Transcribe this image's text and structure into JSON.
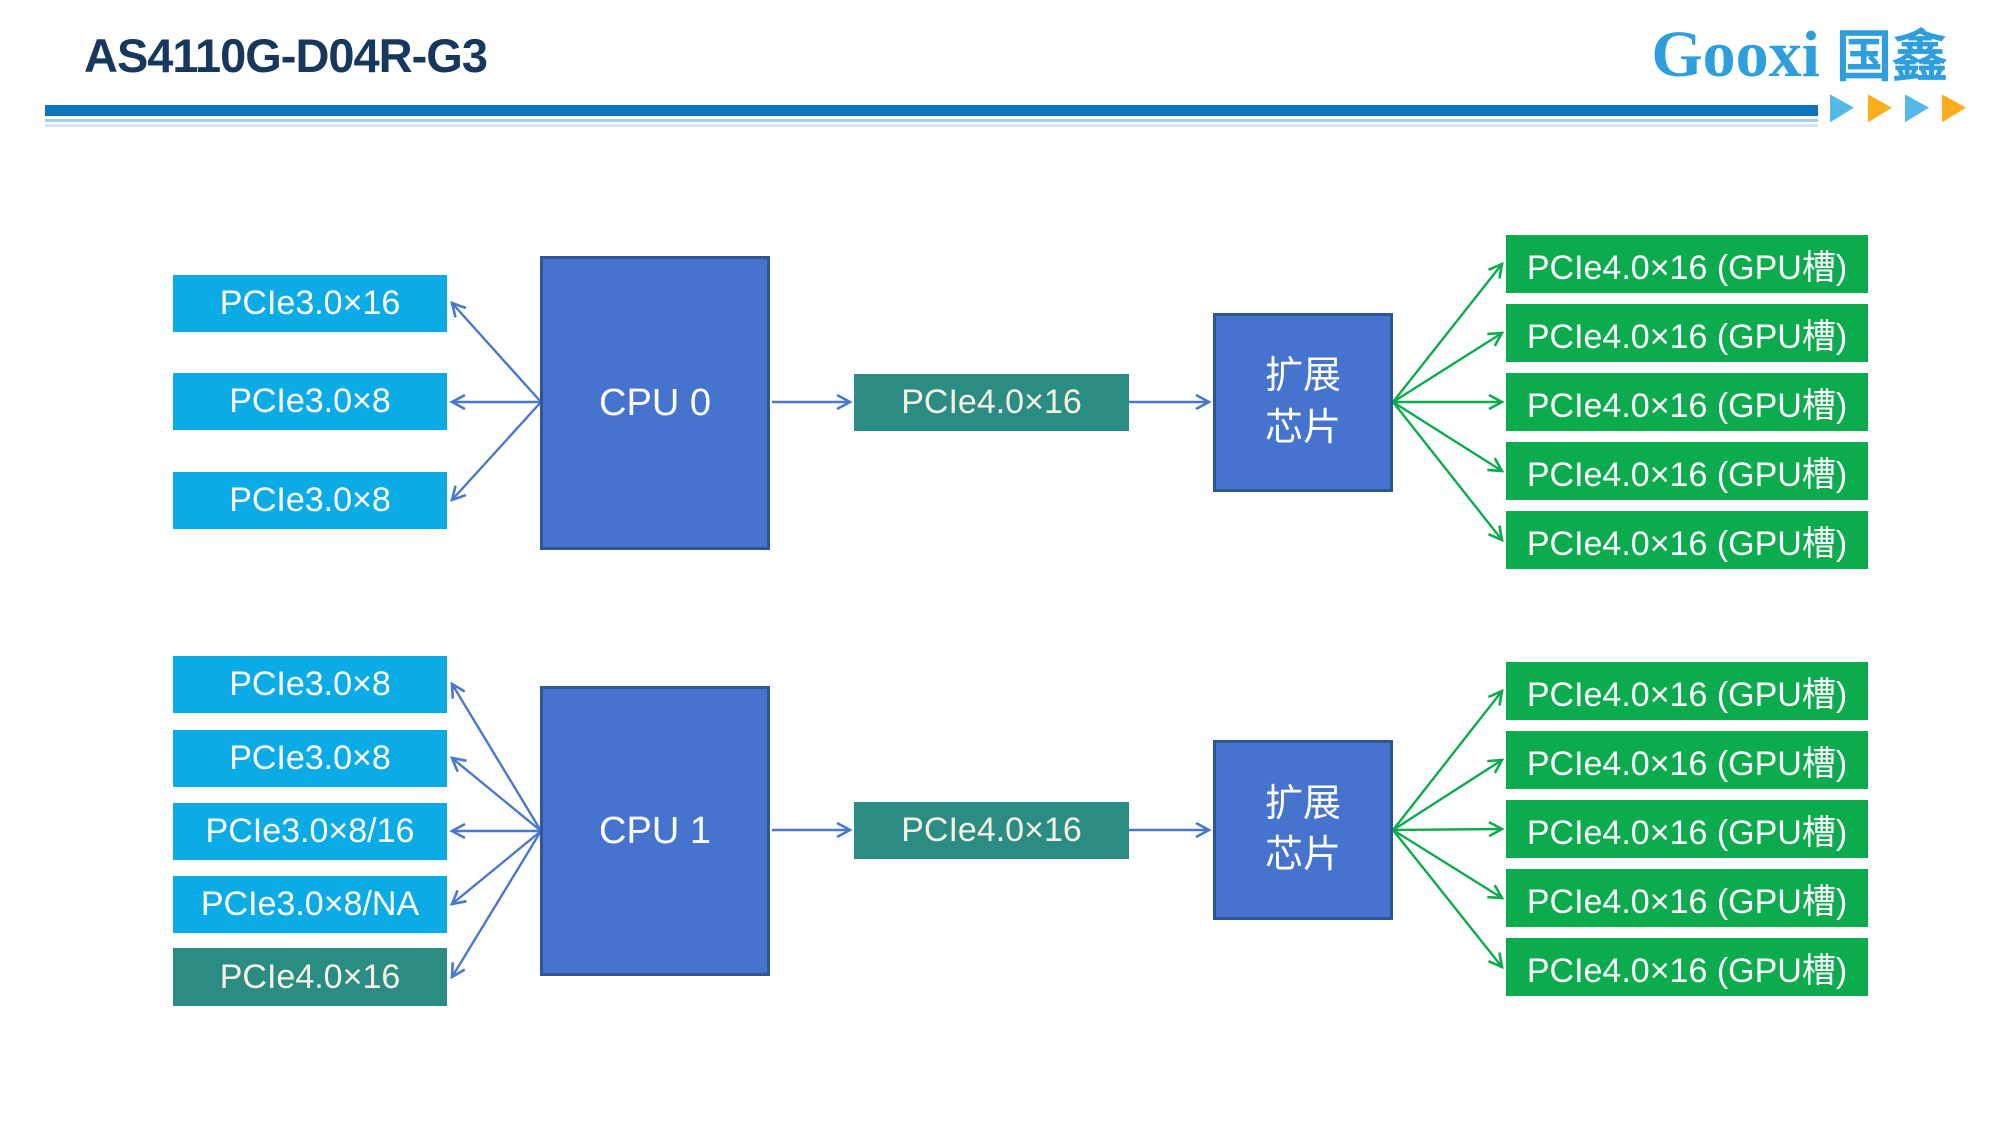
{
  "header": {
    "title": "AS4110G-D04R-G3",
    "logo_en": "Gooxi",
    "logo_cn": "国鑫"
  },
  "colors": {
    "cyan_slot": "#0BACE6",
    "teal_slot": "#2B8C84",
    "node_blue": "#4573CE",
    "node_border": "#2F5597",
    "green_slot": "#0CAC4E",
    "arrow_blue": "#4A78CC",
    "arrow_green": "#0CAC4E",
    "header_bar": "#0B72BE",
    "title_text": "#17375D",
    "logo_blue": "#2E9FDC",
    "triangle_blue": "#54B9E8",
    "triangle_orange": "#FBAF1C"
  },
  "sections": [
    {
      "cpu_label": "CPU 0",
      "left_slots": [
        "PCIe3.0×16",
        "PCIe3.0×8",
        "PCIe3.0×8"
      ],
      "uplink_label": "PCIe4.0×16",
      "expander": {
        "line1": "扩展",
        "line2": "芯片"
      },
      "gpu_slots": [
        "PCIe4.0×16 (GPU槽)",
        "PCIe4.0×16 (GPU槽)",
        "PCIe4.0×16 (GPU槽)",
        "PCIe4.0×16 (GPU槽)",
        "PCIe4.0×16 (GPU槽)"
      ]
    },
    {
      "cpu_label": "CPU 1",
      "left_slots": [
        "PCIe3.0×8",
        "PCIe3.0×8",
        "PCIe3.0×8/16",
        "PCIe3.0×8/NA",
        "PCIe4.0×16"
      ],
      "uplink_label": "PCIe4.0×16",
      "expander": {
        "line1": "扩展",
        "line2": "芯片"
      },
      "gpu_slots": [
        "PCIe4.0×16 (GPU槽)",
        "PCIe4.0×16 (GPU槽)",
        "PCIe4.0×16 (GPU槽)",
        "PCIe4.0×16 (GPU槽)",
        "PCIe4.0×16 (GPU槽)"
      ]
    }
  ]
}
